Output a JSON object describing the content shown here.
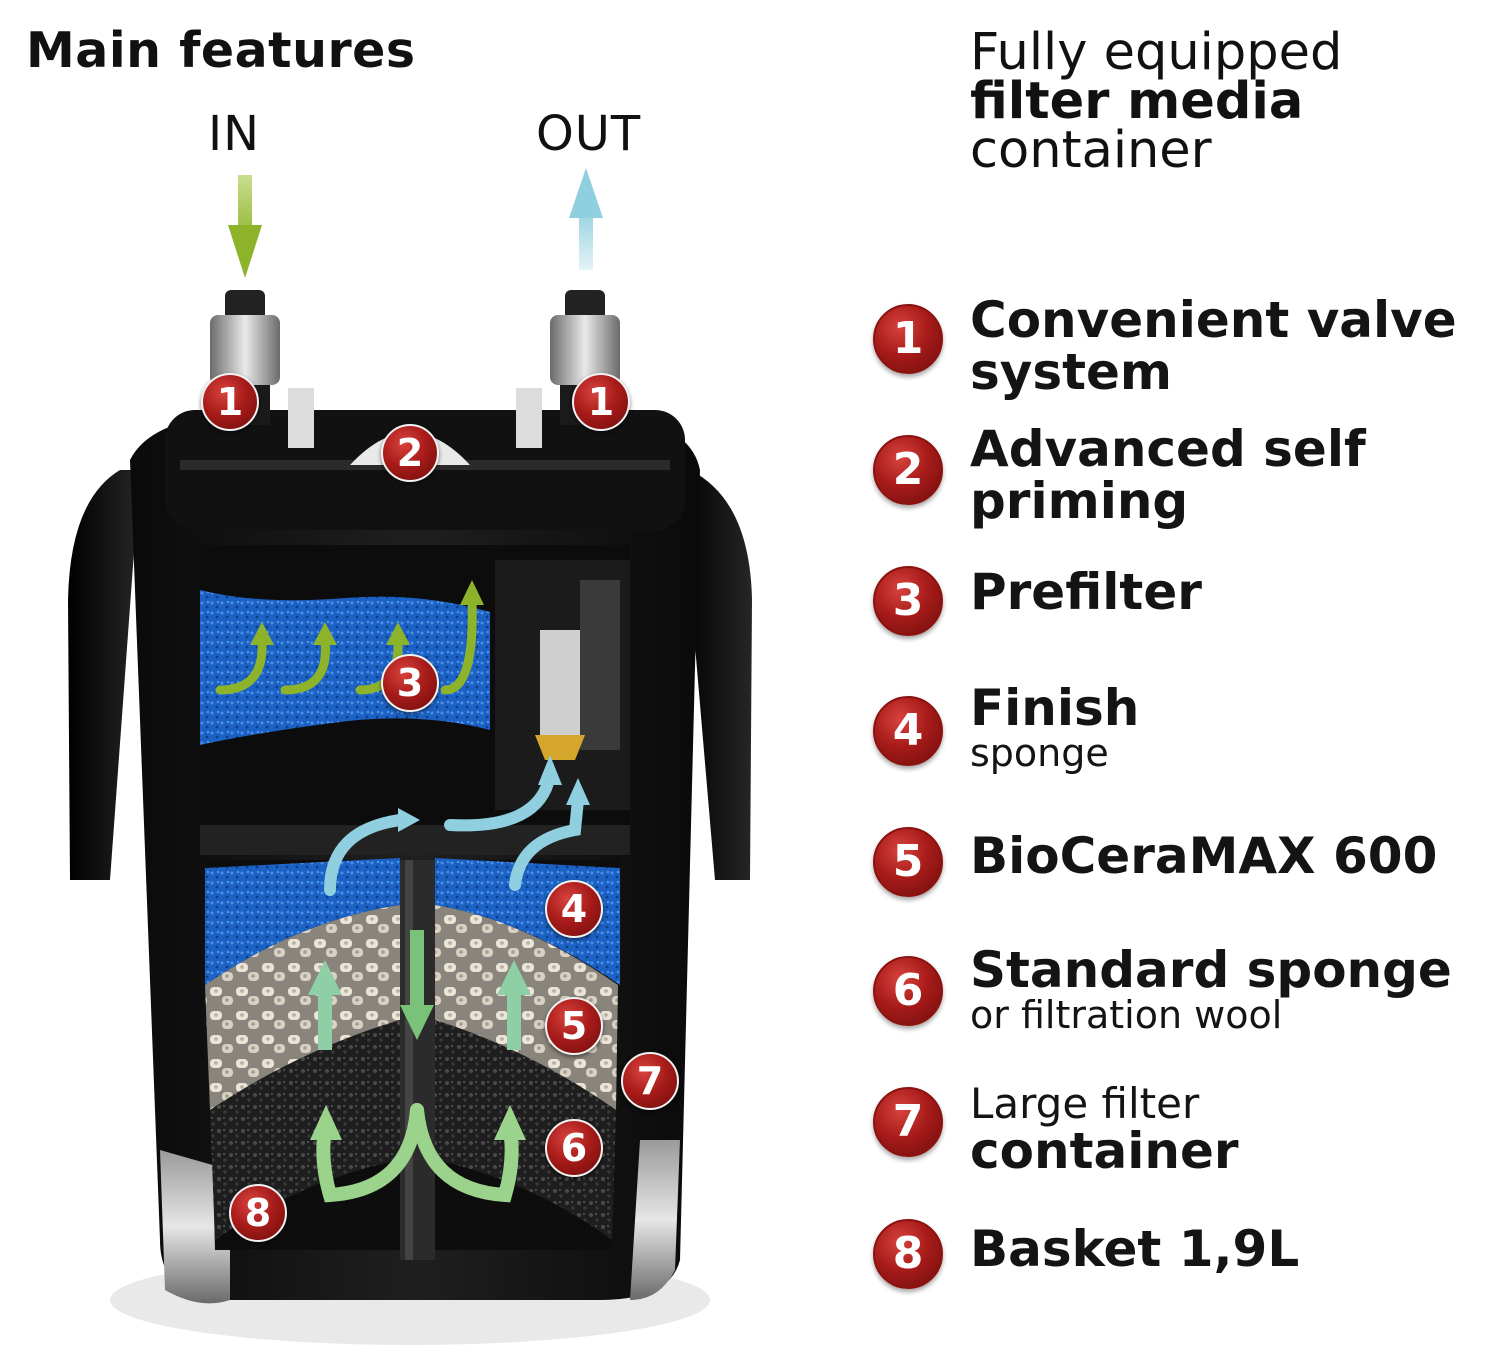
{
  "header": {
    "title": "Main features",
    "in_label": "IN",
    "out_label": "OUT"
  },
  "tagline": {
    "line1": "Fully equipped",
    "line2": "filter media",
    "line3": "container"
  },
  "colors": {
    "badge": "#a81c1a",
    "inflow_arrow": "#8db32b",
    "outflow_arrow": "#8fcfdf",
    "prefilter_sponge": "#1c62c4",
    "bio_media": "#e8e2d6",
    "charcoal_sponge": "#2a2a2a"
  },
  "features": [
    {
      "number": "1",
      "line1": "Convenient valve",
      "line2": "system"
    },
    {
      "number": "2",
      "line1": "Advanced self",
      "line2": "priming"
    },
    {
      "number": "3",
      "line1": "Prefilter",
      "line2": ""
    },
    {
      "number": "4",
      "line1": "Finish",
      "line2": "sponge"
    },
    {
      "number": "5",
      "line1": "BioCeraMAX 600",
      "line2": ""
    },
    {
      "number": "6",
      "line1": "Standard sponge",
      "line2": "or filtration wool"
    },
    {
      "number": "7",
      "line1": "Large filter",
      "line2": "container"
    },
    {
      "number": "8",
      "line1": "Basket 1,9L",
      "line2": ""
    }
  ],
  "diagram_badges": [
    "1",
    "1",
    "2",
    "3",
    "4",
    "5",
    "7",
    "6",
    "8"
  ]
}
